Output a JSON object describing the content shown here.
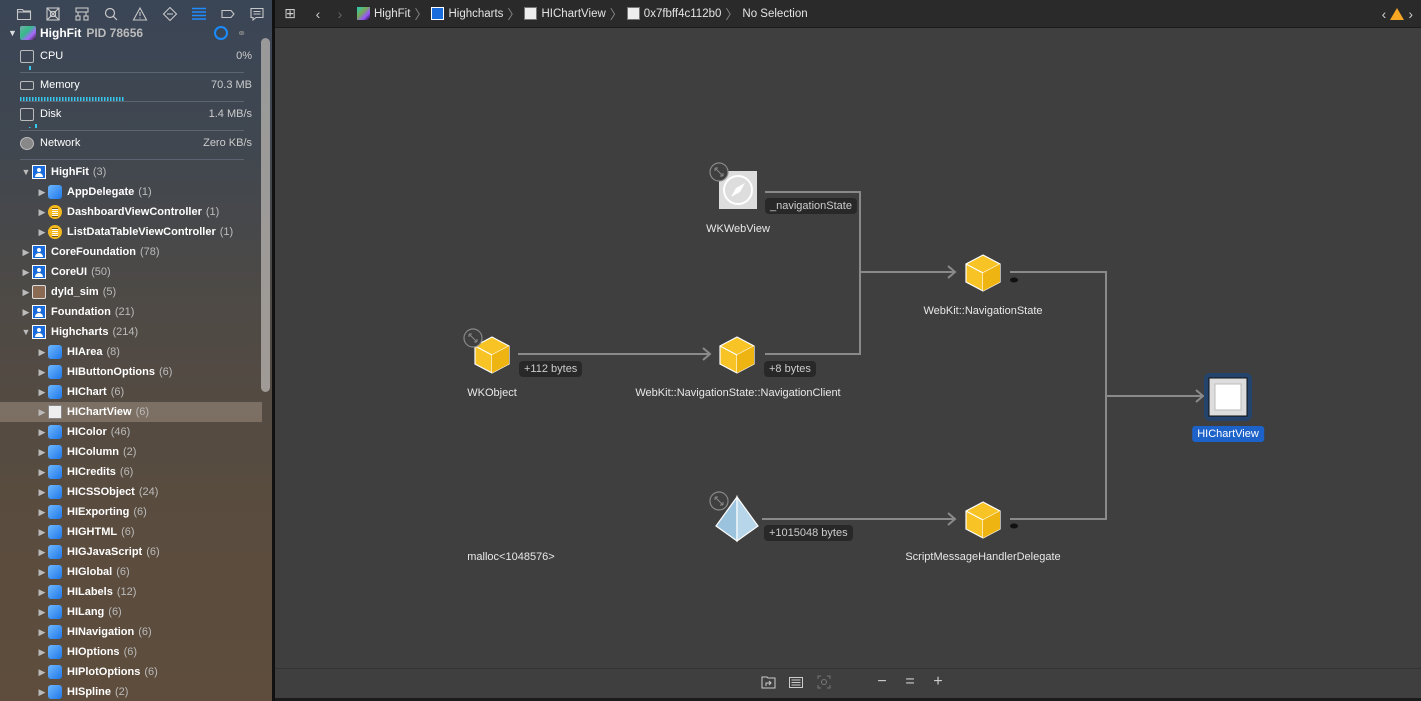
{
  "nav_tabs": [
    {
      "name": "project-navigator",
      "icon": "folder-icon"
    },
    {
      "name": "source-control",
      "icon": "source-control-icon"
    },
    {
      "name": "symbol-navigator",
      "icon": "hierarchy-icon"
    },
    {
      "name": "find-navigator",
      "icon": "search-icon"
    },
    {
      "name": "issue-navigator",
      "icon": "warning-icon"
    },
    {
      "name": "test-navigator",
      "icon": "test-diamond-icon"
    },
    {
      "name": "debug-navigator",
      "icon": "debug-list-icon",
      "active": true
    },
    {
      "name": "breakpoint-navigator",
      "icon": "breakpoint-icon"
    },
    {
      "name": "report-navigator",
      "icon": "report-icon"
    }
  ],
  "process": {
    "name": "HighFit",
    "pid": "PID 78656"
  },
  "gauges": [
    {
      "label": "CPU",
      "value": "0%"
    },
    {
      "label": "Memory",
      "value": "70.3 MB"
    },
    {
      "label": "Disk",
      "value": "1.4 MB/s"
    },
    {
      "label": "Network",
      "value": "Zero KB/s"
    }
  ],
  "tree": [
    {
      "level": 1,
      "expanded": true,
      "icon": "library",
      "label": "HighFit",
      "count": "(3)"
    },
    {
      "level": 2,
      "expanded": false,
      "icon": "cube",
      "label": "AppDelegate",
      "count": "(1)"
    },
    {
      "level": 2,
      "expanded": false,
      "icon": "yellow",
      "label": "DashboardViewController",
      "count": "(1)"
    },
    {
      "level": 2,
      "expanded": false,
      "icon": "yellow",
      "label": "ListDataTableViewController",
      "count": "(1)"
    },
    {
      "level": 1,
      "expanded": false,
      "icon": "library",
      "label": "CoreFoundation",
      "count": "(78)"
    },
    {
      "level": 1,
      "expanded": false,
      "icon": "library",
      "label": "CoreUI",
      "count": "(50)"
    },
    {
      "level": 1,
      "expanded": false,
      "icon": "gear",
      "label": "dyld_sim",
      "count": "(5)"
    },
    {
      "level": 1,
      "expanded": false,
      "icon": "library",
      "label": "Foundation",
      "count": "(21)"
    },
    {
      "level": 1,
      "expanded": true,
      "icon": "library",
      "label": "Highcharts",
      "count": "(214)"
    },
    {
      "level": 2,
      "expanded": false,
      "icon": "cube",
      "label": "HIArea",
      "count": "(8)"
    },
    {
      "level": 2,
      "expanded": false,
      "icon": "cube",
      "label": "HIButtonOptions",
      "count": "(6)"
    },
    {
      "level": 2,
      "expanded": false,
      "icon": "cube",
      "label": "HIChart",
      "count": "(6)"
    },
    {
      "level": 2,
      "expanded": false,
      "icon": "view",
      "label": "HIChartView",
      "count": "(6)",
      "selected": true
    },
    {
      "level": 2,
      "expanded": false,
      "icon": "cube",
      "label": "HIColor",
      "count": "(46)"
    },
    {
      "level": 2,
      "expanded": false,
      "icon": "cube",
      "label": "HIColumn",
      "count": "(2)"
    },
    {
      "level": 2,
      "expanded": false,
      "icon": "cube",
      "label": "HICredits",
      "count": "(6)"
    },
    {
      "level": 2,
      "expanded": false,
      "icon": "cube",
      "label": "HICSSObject",
      "count": "(24)"
    },
    {
      "level": 2,
      "expanded": false,
      "icon": "cube",
      "label": "HIExporting",
      "count": "(6)"
    },
    {
      "level": 2,
      "expanded": false,
      "icon": "cube",
      "label": "HIGHTML",
      "count": "(6)"
    },
    {
      "level": 2,
      "expanded": false,
      "icon": "cube",
      "label": "HIGJavaScript",
      "count": "(6)"
    },
    {
      "level": 2,
      "expanded": false,
      "icon": "cube",
      "label": "HIGlobal",
      "count": "(6)"
    },
    {
      "level": 2,
      "expanded": false,
      "icon": "cube",
      "label": "HILabels",
      "count": "(12)"
    },
    {
      "level": 2,
      "expanded": false,
      "icon": "cube",
      "label": "HILang",
      "count": "(6)"
    },
    {
      "level": 2,
      "expanded": false,
      "icon": "cube",
      "label": "HINavigation",
      "count": "(6)"
    },
    {
      "level": 2,
      "expanded": false,
      "icon": "cube",
      "label": "HIOptions",
      "count": "(6)"
    },
    {
      "level": 2,
      "expanded": false,
      "icon": "cube",
      "label": "HIPlotOptions",
      "count": "(6)"
    },
    {
      "level": 2,
      "expanded": false,
      "icon": "cube",
      "label": "HISpline",
      "count": "(2)"
    }
  ],
  "breadcrumb": [
    {
      "label": "HighFit",
      "icon": "app"
    },
    {
      "label": "Highcharts",
      "icon": "library"
    },
    {
      "label": "HIChartView",
      "icon": "view"
    },
    {
      "label": "0x7fbff4c112b0",
      "icon": "view"
    },
    {
      "label": "No Selection",
      "icon": null
    }
  ],
  "graph": {
    "nodes": {
      "wkwebview": "WKWebView",
      "wkobject": "WKObject",
      "nav_client": "WebKit::NavigationState::NavigationClient",
      "nav_state": "WebKit::NavigationState",
      "malloc": "malloc<1048576>",
      "script_handler": "ScriptMessageHandlerDelegate",
      "hichartview": "HIChartView"
    },
    "edges": {
      "navigation_state": "_navigationState",
      "wkobject_bytes": "+112 bytes",
      "client_bytes": "+8 bytes",
      "malloc_bytes": "+1015048 bytes"
    },
    "colors": {
      "yellow": "#f7c325",
      "selection": "#1c62c9",
      "edge": "#8a8a8a"
    }
  },
  "bottom_toolbar": [
    {
      "name": "export-memory-graph-button",
      "icon": "share-icon"
    },
    {
      "name": "show-inspector-button",
      "icon": "table-icon"
    },
    {
      "name": "focus-button",
      "icon": "focus-icon"
    },
    {
      "name": "zoom-out-button",
      "icon": "minus-icon"
    },
    {
      "name": "zoom-reset-button",
      "icon": "equals-icon"
    },
    {
      "name": "zoom-in-button",
      "icon": "plus-icon"
    }
  ]
}
